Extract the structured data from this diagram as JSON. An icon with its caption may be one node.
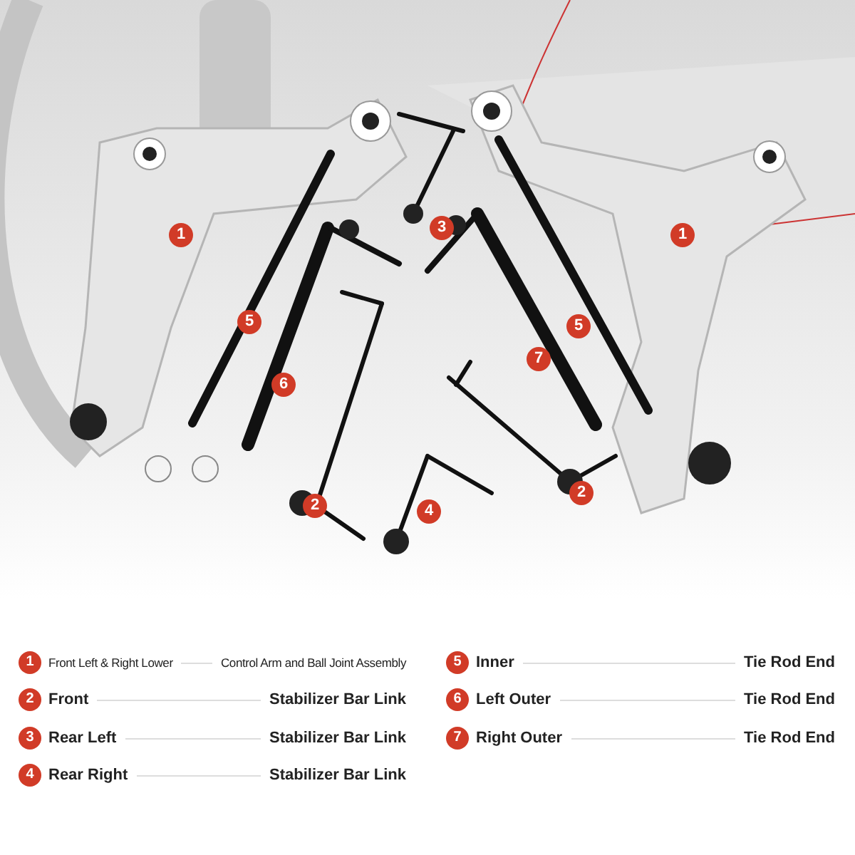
{
  "diagram": {
    "labels": [
      "3",
      "1",
      "1",
      "5",
      "5",
      "7",
      "6",
      "2",
      "2",
      "4",
      "1",
      "Front Left & Right Lower",
      "Control Arm and Ball Joint Assembly",
      "5",
      "Inner",
      "Tie Rod End",
      "2",
      "Front",
      "Stabilizer Bar Link",
      "6",
      "Left Outer",
      "Tie Rod End",
      "3",
      "Rear Left",
      "Stabilizer Bar Link",
      "7",
      "Right Outer",
      "Tie Rod End",
      "4",
      "Rear Right",
      "Stabilizer Bar Link"
    ]
  }
}
